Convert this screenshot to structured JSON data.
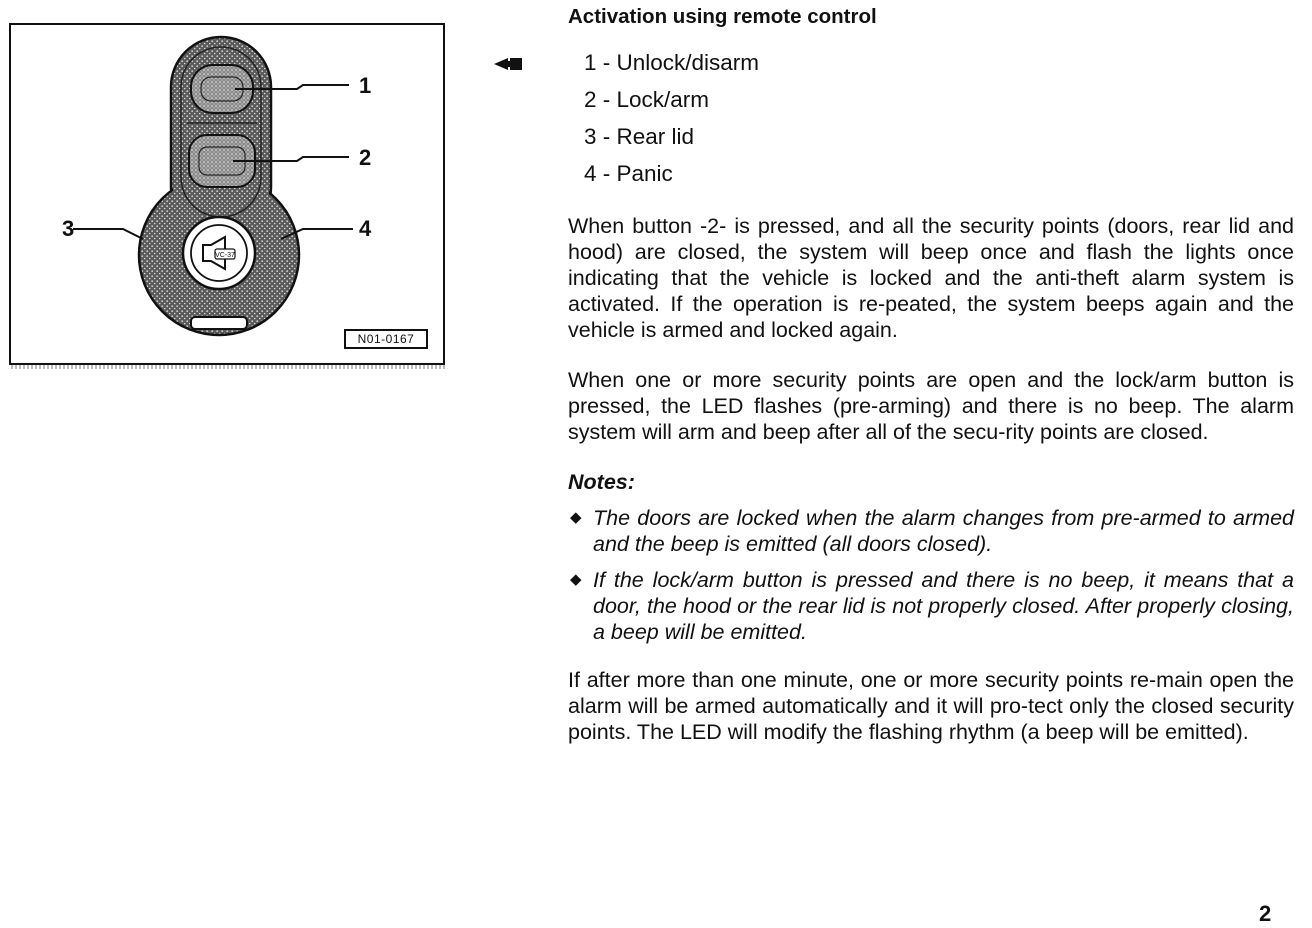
{
  "figure": {
    "callouts": [
      "1",
      "2",
      "3",
      "4"
    ],
    "code": "N01-0167",
    "key_icon_label": "VC-37"
  },
  "content": {
    "title": "Activation using remote control",
    "buttons": [
      "1 - Unlock/disarm",
      "2 - Lock/arm",
      "3 - Rear lid",
      "4 - Panic"
    ],
    "paragraph1": "When button -2- is pressed, and all the security points (doors, rear lid and hood) are closed, the system will beep once and flash the lights once indicating that the vehicle is locked and the anti-theft alarm system is activated.  If the operation is re-peated, the system beeps again and the vehicle is armed and locked again.",
    "paragraph2": "When one or more security points are open and the lock/arm button is pressed, the LED flashes (pre-arming) and there is no beep.  The alarm system will arm and beep after all of the secu-rity points are closed.",
    "notes_title": "Notes:",
    "notes": [
      "The doors are locked when the alarm changes from pre-armed to armed and the beep is emitted (all doors closed).",
      "If the lock/arm button is pressed and there is no beep, it means that a door, the hood or the rear lid is not properly closed.  After properly closing, a beep will be emitted."
    ],
    "paragraph3": "If after more than one minute, one or more security points re-main open the alarm will be armed automatically and it will pro-tect only the closed security points.  The LED will modify the flashing rhythm (a beep will be emitted)."
  },
  "page_number": "2"
}
